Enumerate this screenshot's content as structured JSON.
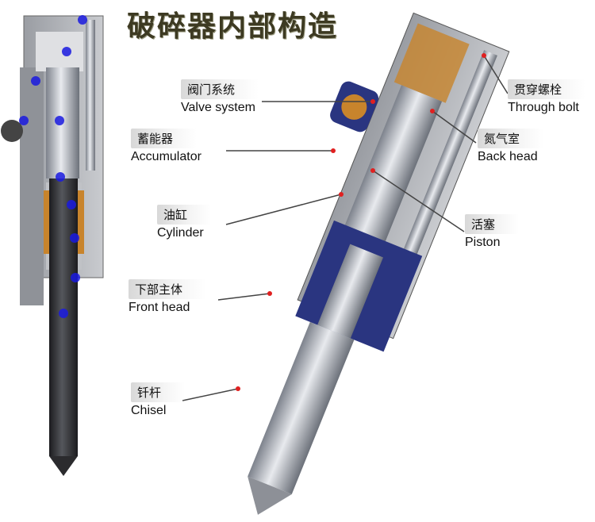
{
  "title": "破碎器内部构造",
  "labels": {
    "valve": {
      "zh": "阀门系统",
      "en": "Valve system"
    },
    "accumulator": {
      "zh": "蓄能器",
      "en": "Accumulator"
    },
    "cylinder": {
      "zh": "油缸",
      "en": "Cylinder"
    },
    "front_head": {
      "zh": "下部主体",
      "en": "Front head"
    },
    "chisel": {
      "zh": "钎杆",
      "en": "Chisel"
    },
    "through_bolt": {
      "zh": "贯穿螺栓",
      "en": "Through bolt"
    },
    "back_head": {
      "zh": "氮气室",
      "en": "Back head"
    },
    "piston": {
      "zh": "活塞",
      "en": "Piston"
    }
  },
  "colors": {
    "steel": "#b8bcc4",
    "navy": "#2a3580",
    "bronze": "#c8842c",
    "marker": "#1a1ae0"
  }
}
